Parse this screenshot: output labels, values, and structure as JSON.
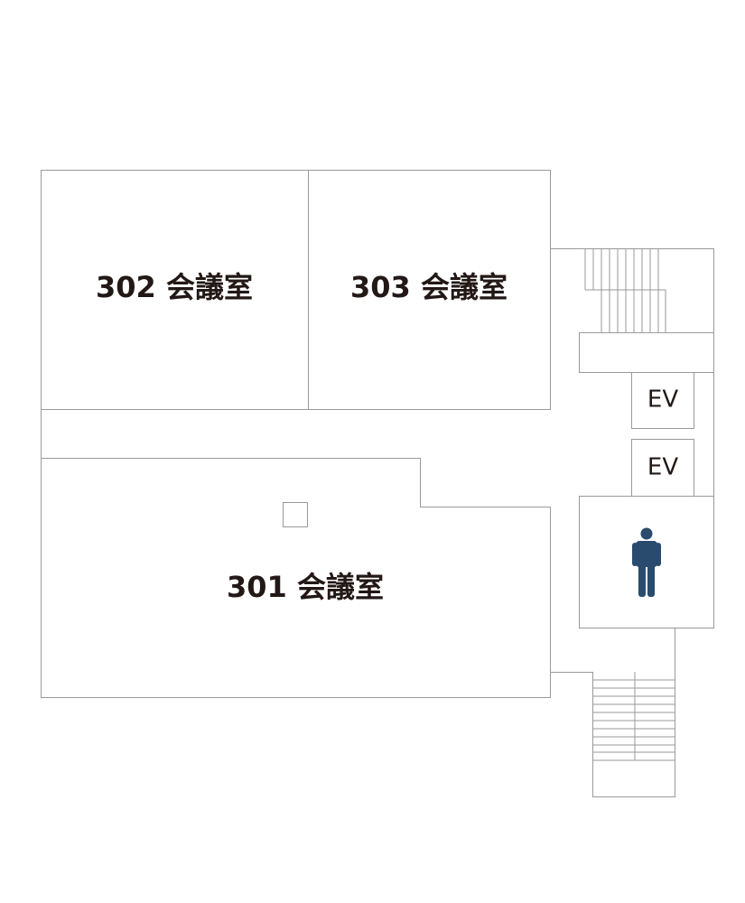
{
  "rooms": {
    "room_302": "302 会議室",
    "room_303": "303 会議室",
    "room_301": "301 会議室"
  },
  "elevators": {
    "ev_upper": "EV",
    "ev_lower": "EV"
  },
  "icons": {
    "restroom": "person-icon"
  },
  "colors": {
    "label_text": "#221815",
    "wall_line": "#9a9a9a",
    "person_icon": "#284b6e"
  }
}
